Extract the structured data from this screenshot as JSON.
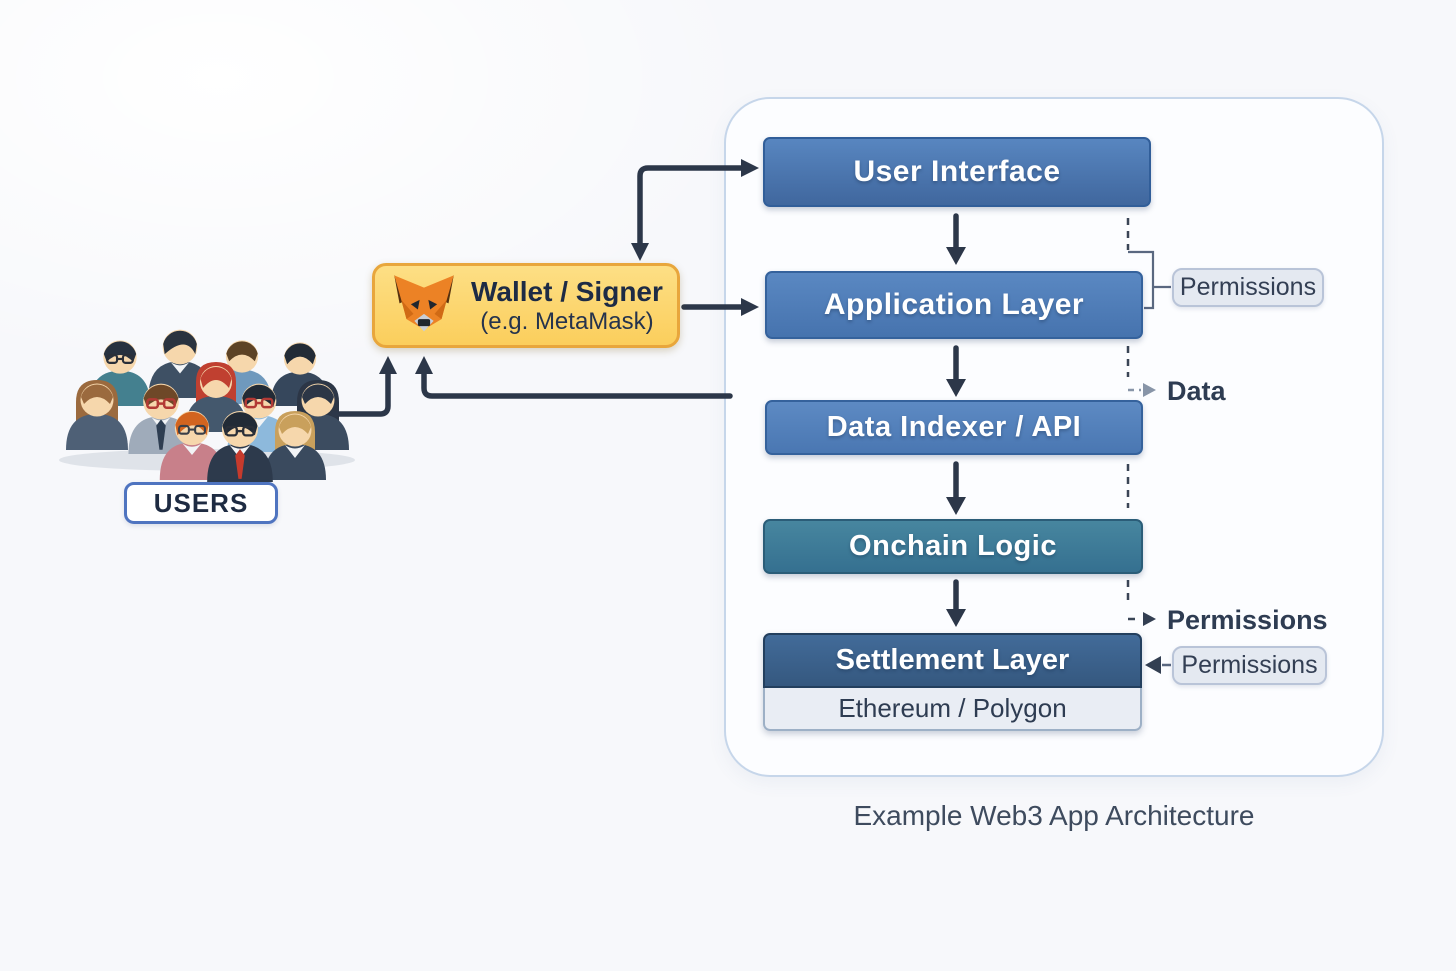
{
  "caption": "Example Web3 App Architecture",
  "users": {
    "label": "USERS"
  },
  "wallet": {
    "title": "Wallet / Signer",
    "subtitle": "(e.g. MetaMask)",
    "icon": "metamask-fox-icon"
  },
  "architecture": {
    "layers": [
      {
        "id": "user-interface",
        "label": "User Interface"
      },
      {
        "id": "application-layer",
        "label": "Application Layer"
      },
      {
        "id": "data-indexer-api",
        "label": "Data Indexer / API"
      },
      {
        "id": "onchain-logic",
        "label": "Onchain Logic"
      },
      {
        "id": "settlement-layer",
        "label": "Settlement Layer",
        "sublabel": "Ethereum / Polygon"
      }
    ]
  },
  "annotations": {
    "permissions_chip_top": "Permissions",
    "data_label": "Data",
    "permissions_label": "Permissions",
    "permissions_chip_bottom": "Permissions"
  },
  "colors": {
    "layer_blue": "#4d7db8",
    "layer_teal": "#3f7f9e",
    "layer_navy": "#3c6392",
    "wallet_yellow": "#fbd570",
    "wallet_border": "#e8a63c",
    "arrow_dark": "#2c3749",
    "panel_border": "#c6d6ea",
    "chip_bg": "#e4e9f1",
    "chip_border": "#b9c4d8",
    "text_dark": "#2e3c52"
  }
}
